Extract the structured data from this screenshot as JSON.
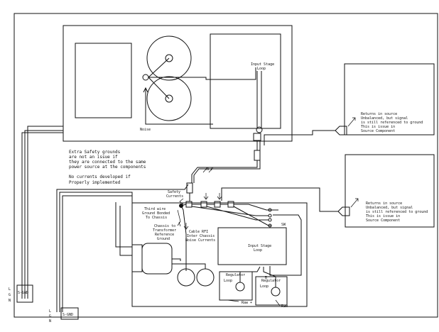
{
  "labels": {
    "input_stage_top": "Input Stage",
    "input_stage_top_2": "Loop",
    "noise_top": "Noise",
    "returns_1_a": "Returns in source",
    "returns_1_b": "Unbalanced, but signal",
    "returns_1_c": "is still referenced to ground",
    "returns_1_d": "This is issue in",
    "returns_1_e": "Source Component",
    "returns_2_a": "Returns in source",
    "returns_2_b": "Unbalanced, but signal",
    "returns_2_c": "is still referenced to ground",
    "returns_2_d": "This is issue in",
    "returns_2_e": "Source Component",
    "extra_safety_1": "Extra Safety grounds",
    "extra_safety_2": "are not an issue if",
    "extra_safety_3": "they are connected to the same",
    "extra_safety_4": "power source at the components",
    "no_currents_1": "No currents developed if",
    "no_currents_2": "Properly implemented",
    "rfi": "RFI",
    "safety_currents_1": "Safety",
    "safety_currents_2": "Currents",
    "third_wire": "Third wire",
    "ground_bonded": "Ground  Bonded",
    "to_chassis": "To Chassis",
    "chassis_transformer_1": "Chassis to",
    "chassis_transformer_2": "Transformer",
    "chassis_transformer_3": "Reference",
    "chassis_transformer_4": "Ground",
    "cable_rfi_1": "Cable RFI",
    "cable_rfi_2": "Inter Chassis",
    "cable_rfi_3": "Noise Currents",
    "input_stage_bottom": "Input Stage",
    "input_stage_bottom_2": "Loop",
    "sw": "SW",
    "regulator_loop_1a": "Regulator",
    "regulator_loop_1b": "Loop",
    "regulator_loop_2a": "Regulator",
    "regulator_loop_2b": "Loop",
    "raw_plus": "Raw +",
    "raw_minus": "Raw -",
    "b_label": "B",
    "s_gnd_1": "S-GND",
    "s_gnd_2": "S-GND",
    "l_1": "L",
    "g_1": "G",
    "n_1": "N",
    "l_2": "L",
    "g_2": "G",
    "n_2": "N"
  }
}
